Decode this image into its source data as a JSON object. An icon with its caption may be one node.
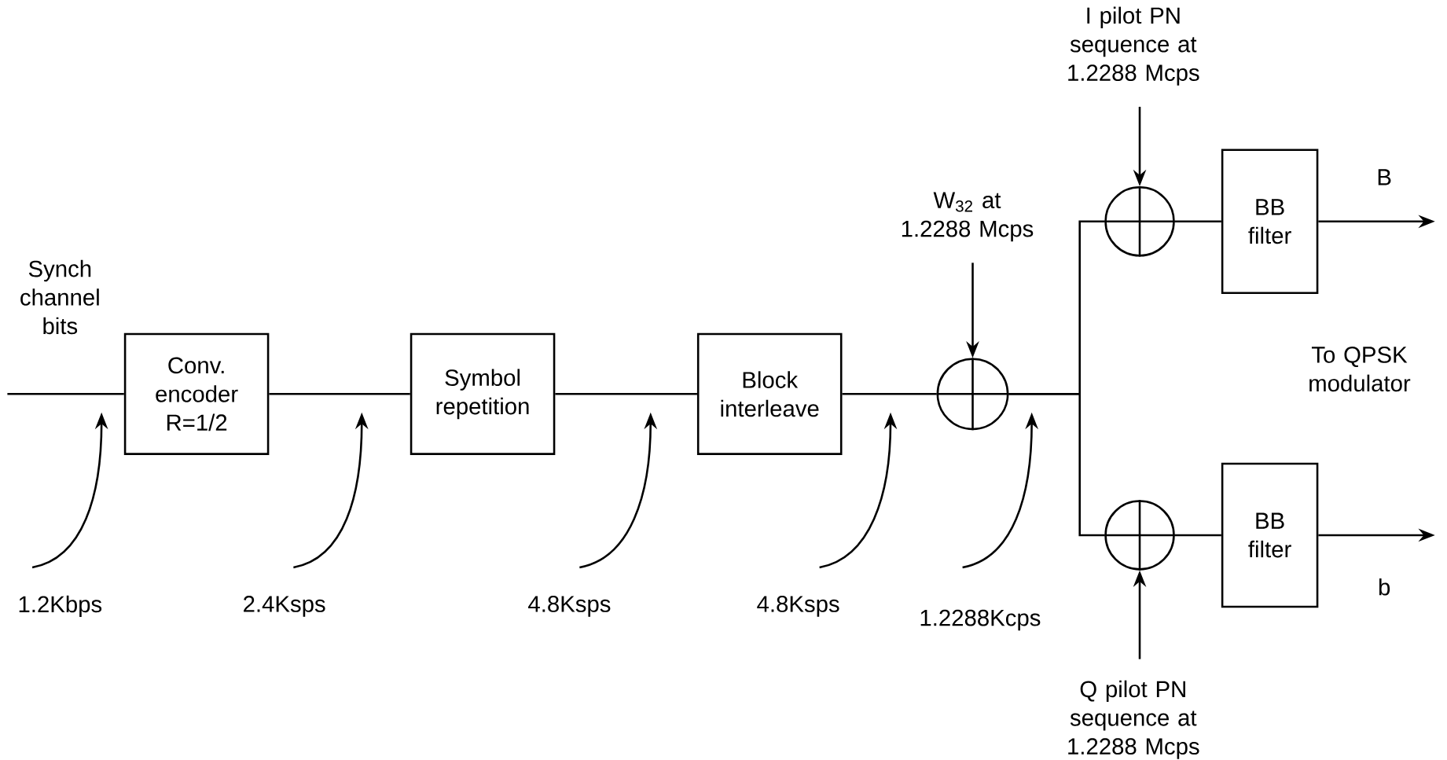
{
  "diagram": {
    "nodes": [
      {
        "text": [
          "Conv. encoder R=1/2"
        ]
      },
      {
        "text": [
          "Symbol repetition"
        ]
      },
      {
        "text": [
          "Block interleave"
        ]
      },
      {
        "text": [],
        "shape": "circle"
      },
      {
        "text": [
          "W$_{32}$ at 1.2288 Mcps"
        ]
      },
      {
        "text": [],
        "shape": "circle"
      },
      {
        "text": [],
        "shape": "circle"
      },
      {
        "text": [
          "I pilot PN sequence at 1.2288 Mcps"
        ]
      },
      {
        "text": [
          "Q pilot PN sequence at 1.2288 Mcps"
        ]
      },
      {
        "text": [
          "BB filter"
        ]
      },
      {
        "text": [
          "BB filter"
        ]
      },
      {
        "text": [
          "1.2Kbps"
        ]
      },
      {
        "text": [
          "2.4Ksps"
        ]
      },
      {
        "text": [
          "4.8Ksps"
        ]
      },
      {
        "text": [
          "4.8Ksps"
        ]
      },
      {
        "text": [
          "1.2288Kcps"
        ]
      }
    ],
    "edges": [
      {
        "from": null,
        "to": 0,
        "arrow": "none"
      },
      {
        "from": 0,
        "to": 1,
        "arrow": "none"
      },
      {
        "from": 1,
        "to": 2,
        "arrow": "none"
      },
      {
        "from": 2,
        "to": 3,
        "arrow": "none"
      },
      {
        "from": 4,
        "to": 3,
        "arrow": "to"
      },
      {
        "from": 3,
        "to": 5,
        "arrow": "none"
      },
      {
        "from": 3,
        "to": 6,
        "arrow": "none"
      },
      {
        "from": 7,
        "to": 5,
        "arrow": "to"
      },
      {
        "from": 8,
        "to": 6,
        "arrow": "to"
      },
      {
        "from": 5,
        "to": 9,
        "arrow": "none"
      },
      {
        "from": 6,
        "to": 10,
        "arrow": "none"
      },
      {
        "from": 9,
        "to": null,
        "arrow": "to",
        "label": "B"
      },
      {
        "from": 10,
        "to": null,
        "arrow": "to",
        "label": "b"
      },
      {
        "from": 11,
        "to": null,
        "arrow": "to"
      },
      {
        "from": 12,
        "to": null,
        "arrow": "to"
      },
      {
        "from": 13,
        "to": null,
        "arrow": "to"
      },
      {
        "from": 14,
        "to": null,
        "arrow": "to"
      },
      {
        "from": 15,
        "to": null,
        "arrow": "to"
      }
    ],
    "labels": [
      "Synch channel bits",
      "To QPSK modulator"
    ]
  }
}
